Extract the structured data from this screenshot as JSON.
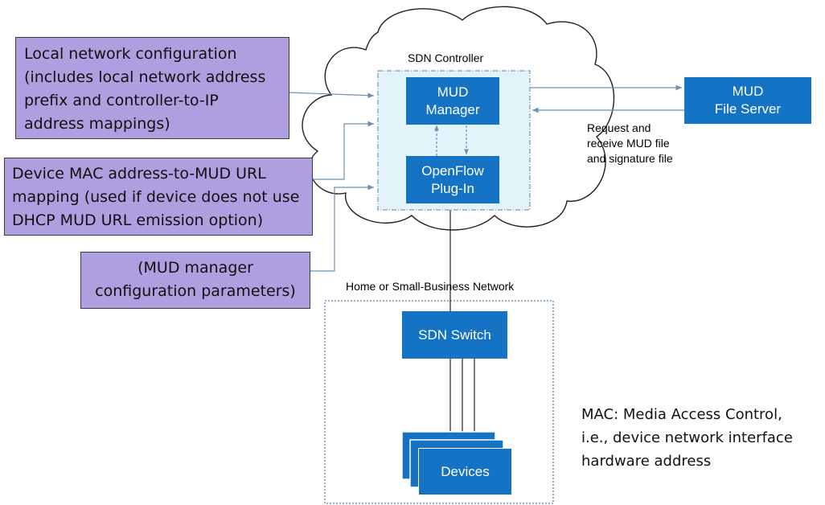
{
  "colors": {
    "accent_blue": "#1473c4",
    "purple_fill": "#b09fe0",
    "controller_fill": "#e3f3fa",
    "arrow": "#6b8fb5"
  },
  "sdn_controller": {
    "label": "SDN Controller",
    "mud_manager": [
      "MUD",
      "Manager"
    ],
    "openflow_plugin": [
      "OpenFlow",
      "Plug-In"
    ]
  },
  "mud_file_server": [
    "MUD",
    "File Server"
  ],
  "request_note": [
    "Request and",
    "receive MUD file",
    "and signature file"
  ],
  "inputs": {
    "local_network": [
      "Local network configuration",
      "(includes local network address",
      "prefix and controller-to-IP",
      "address mappings)"
    ],
    "device_mac": [
      "Device MAC address-to-MUD URL",
      "mapping (used if device does not use",
      "DHCP MUD URL emission option)"
    ],
    "mud_manager_params": [
      "(MUD manager",
      "configuration parameters)"
    ]
  },
  "home_network": {
    "label": "Home or Small-Business Network",
    "switch": "SDN Switch",
    "devices": "Devices"
  },
  "mac_note": [
    "MAC: Media Access Control,",
    "i.e., device network interface",
    "hardware address"
  ]
}
